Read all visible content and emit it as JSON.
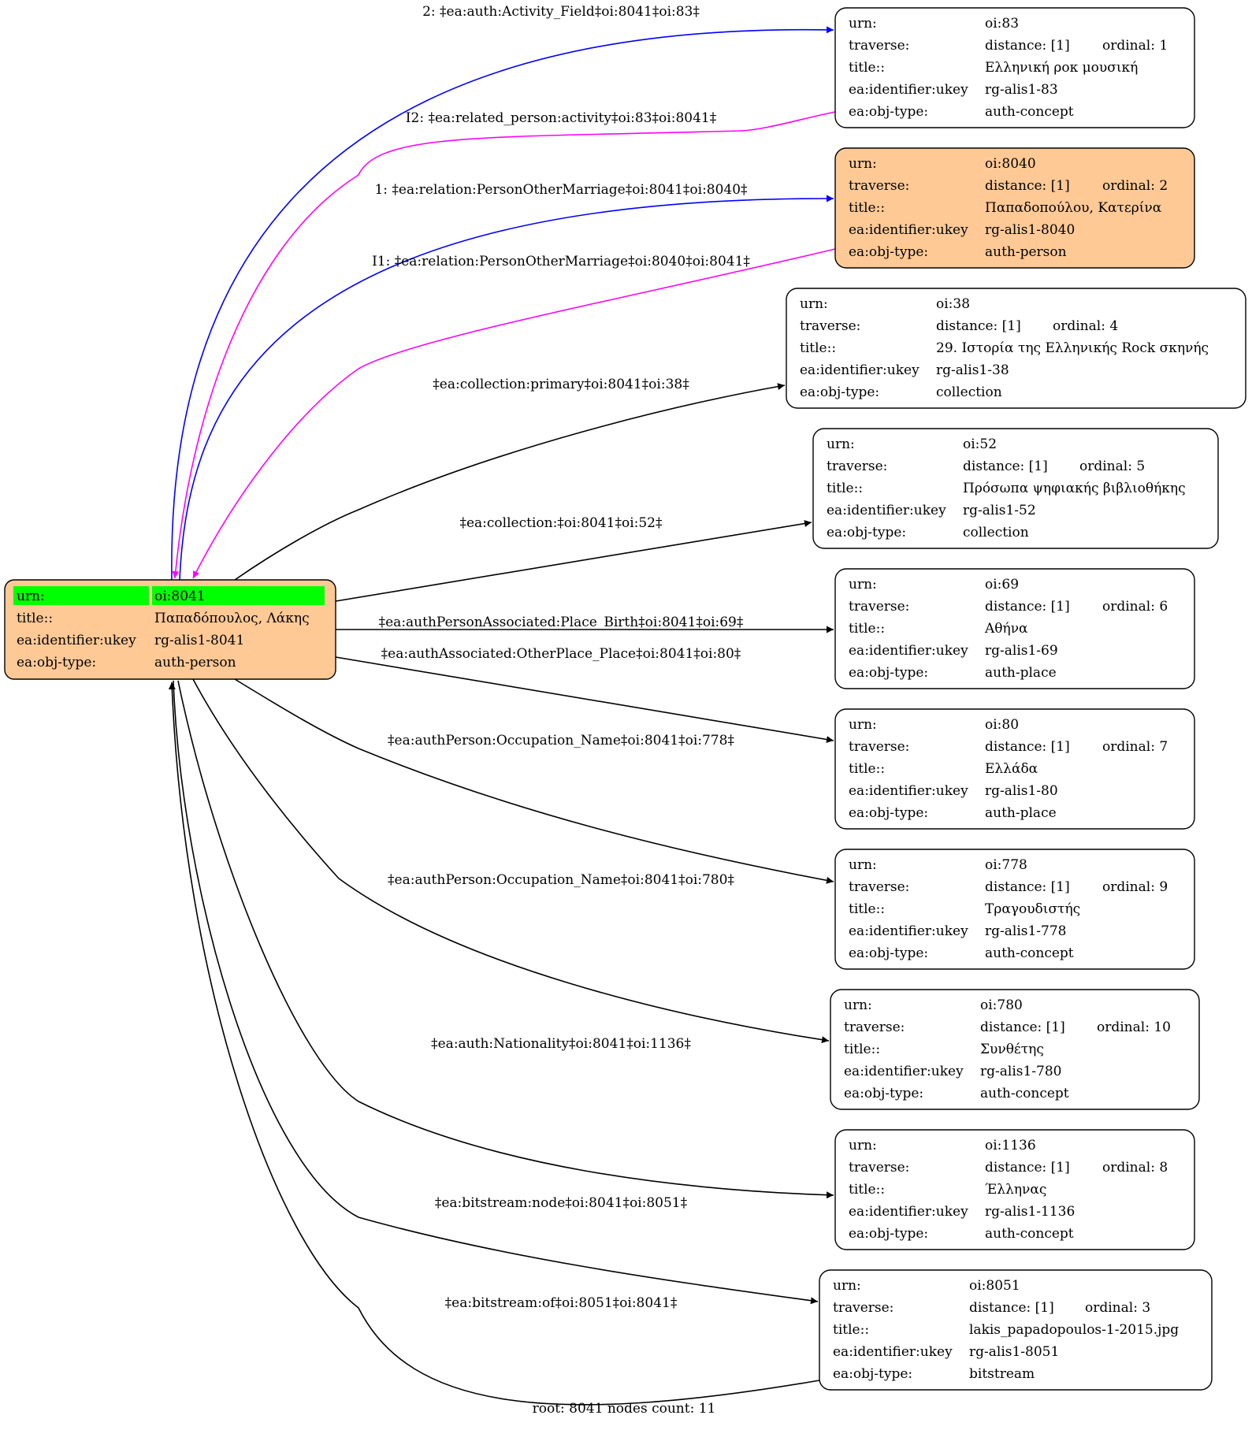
{
  "colors": {
    "root_fill": "#fec995",
    "highlight_fill": "#00ff00",
    "forward_edge": "#0000ff",
    "inverse_edge": "#ff00ff",
    "default_edge": "#000000"
  },
  "field_labels": {
    "urn": "urn:",
    "traverse": "traverse:",
    "title": "title::",
    "identifier": "ea:identifier:ukey",
    "objtype": "ea:obj-type:"
  },
  "root": {
    "urn": "oi:8041",
    "title": "Παπαδόπουλος, Λάκης",
    "ukey": "rg-alis1-8041",
    "objtype": "auth-person"
  },
  "nodes": [
    {
      "id": "oi83",
      "urn": "oi:83",
      "distance": "distance: [1]",
      "ordinal": "ordinal: 1",
      "title": "Ελληνική ροκ μουσική",
      "ukey": "rg-alis1-83",
      "objtype": "auth-concept",
      "highlight": false
    },
    {
      "id": "oi8040",
      "urn": "oi:8040",
      "distance": "distance: [1]",
      "ordinal": "ordinal: 2",
      "title": "Παπαδοπούλου, Κατερίνα",
      "ukey": "rg-alis1-8040",
      "objtype": "auth-person",
      "highlight": true
    },
    {
      "id": "oi38",
      "urn": "oi:38",
      "distance": "distance: [1]",
      "ordinal": "ordinal: 4",
      "title": "29. Ιστορία της Ελληνικής Rock σκηνής",
      "ukey": "rg-alis1-38",
      "objtype": "collection",
      "highlight": false
    },
    {
      "id": "oi52",
      "urn": "oi:52",
      "distance": "distance: [1]",
      "ordinal": "ordinal: 5",
      "title": "Πρόσωπα ψηφιακής βιβλιοθήκης",
      "ukey": "rg-alis1-52",
      "objtype": "collection",
      "highlight": false
    },
    {
      "id": "oi69",
      "urn": "oi:69",
      "distance": "distance: [1]",
      "ordinal": "ordinal: 6",
      "title": "Αθήνα",
      "ukey": "rg-alis1-69",
      "objtype": "auth-place",
      "highlight": false
    },
    {
      "id": "oi80",
      "urn": "oi:80",
      "distance": "distance: [1]",
      "ordinal": "ordinal: 7",
      "title": "Ελλάδα",
      "ukey": "rg-alis1-80",
      "objtype": "auth-place",
      "highlight": false
    },
    {
      "id": "oi778",
      "urn": "oi:778",
      "distance": "distance: [1]",
      "ordinal": "ordinal: 9",
      "title": "Τραγουδιστής",
      "ukey": "rg-alis1-778",
      "objtype": "auth-concept",
      "highlight": false
    },
    {
      "id": "oi780",
      "urn": "oi:780",
      "distance": "distance: [1]",
      "ordinal": "ordinal: 10",
      "title": "Συνθέτης",
      "ukey": "rg-alis1-780",
      "objtype": "auth-concept",
      "highlight": false
    },
    {
      "id": "oi1136",
      "urn": "oi:1136",
      "distance": "distance: [1]",
      "ordinal": "ordinal: 8",
      "title": "Έλληνας",
      "ukey": "rg-alis1-1136",
      "objtype": "auth-concept",
      "highlight": false
    },
    {
      "id": "oi8051",
      "urn": "oi:8051",
      "distance": "distance: [1]",
      "ordinal": "ordinal: 3",
      "title": "lakis_papadopoulos-1-2015.jpg",
      "ukey": "rg-alis1-8051",
      "objtype": "bitstream",
      "highlight": false
    }
  ],
  "edges": [
    {
      "id": "e-activity-field",
      "label": "2: ‡ea:auth:Activity_Field‡oi:8041‡oi:83‡",
      "kind": "forward"
    },
    {
      "id": "e-related-person",
      "label": "I2: ‡ea:related_person:activity‡oi:83‡oi:8041‡",
      "kind": "inverse"
    },
    {
      "id": "e-marriage",
      "label": "1: ‡ea:relation:PersonOtherMarriage‡oi:8041‡oi:8040‡",
      "kind": "forward"
    },
    {
      "id": "e-marriage-inv",
      "label": "I1: ‡ea:relation:PersonOtherMarriage‡oi:8040‡oi:8041‡",
      "kind": "inverse"
    },
    {
      "id": "e-collection-primary",
      "label": "‡ea:collection:primary‡oi:8041‡oi:38‡",
      "kind": "default"
    },
    {
      "id": "e-collection",
      "label": "‡ea:collection:‡oi:8041‡oi:52‡",
      "kind": "default"
    },
    {
      "id": "e-place-birth",
      "label": "‡ea:authPersonAssociated:Place_Birth‡oi:8041‡oi:69‡",
      "kind": "default"
    },
    {
      "id": "e-other-place",
      "label": "‡ea:authAssociated:OtherPlace_Place‡oi:8041‡oi:80‡",
      "kind": "default"
    },
    {
      "id": "e-occupation-778",
      "label": "‡ea:authPerson:Occupation_Name‡oi:8041‡oi:778‡",
      "kind": "default"
    },
    {
      "id": "e-occupation-780",
      "label": "‡ea:authPerson:Occupation_Name‡oi:8041‡oi:780‡",
      "kind": "default"
    },
    {
      "id": "e-nationality",
      "label": "‡ea:auth:Nationality‡oi:8041‡oi:1136‡",
      "kind": "default"
    },
    {
      "id": "e-bitstream-node",
      "label": "‡ea:bitstream:node‡oi:8041‡oi:8051‡",
      "kind": "default"
    },
    {
      "id": "e-bitstream-of",
      "label": "‡ea:bitstream:of‡oi:8051‡oi:8041‡",
      "kind": "default"
    }
  ],
  "footer": "root: 8041 nodes count: 11"
}
